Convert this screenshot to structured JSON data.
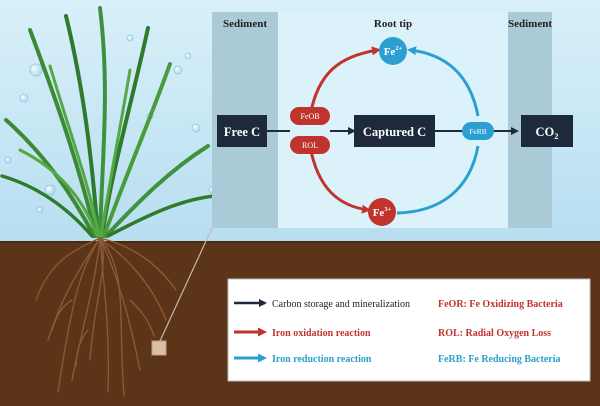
{
  "zones": {
    "left": "Sediment",
    "center": "Root tip",
    "right": "Sediment"
  },
  "nodes": {
    "free_c": "Free C",
    "captured_c": "Captured C",
    "co2": "CO",
    "co2_sub": "2",
    "fe2_base": "Fe",
    "fe2_sup": "2+",
    "fe3_base": "Fe",
    "fe3_sup": "3+"
  },
  "badges": {
    "feob": "FeOB",
    "rol": "ROL",
    "ferb": "FeRB"
  },
  "legend": {
    "items": [
      {
        "text": "Carbon storage and mineralization",
        "color": "#1e2a3c"
      },
      {
        "text": "Iron oxidation reaction",
        "color": "#c0342d"
      },
      {
        "text": "Iron reduction reaction",
        "color": "#2a9fd0"
      }
    ],
    "abbreviations": [
      {
        "text": "FeOR: Fe Oxidizing Bacteria",
        "color": "#c0342d"
      },
      {
        "text": "ROL: Radial Oxygen Loss",
        "color": "#c0342d"
      },
      {
        "text": "FeRB: Fe Reducing Bacteria",
        "color": "#2a9fd0"
      }
    ]
  },
  "colors": {
    "water": "#cfeaf6",
    "soil": "#5c3418",
    "panel_dark": "#1e2a3c",
    "oxidation": "#c0342d",
    "reduction": "#2a9fd0"
  }
}
